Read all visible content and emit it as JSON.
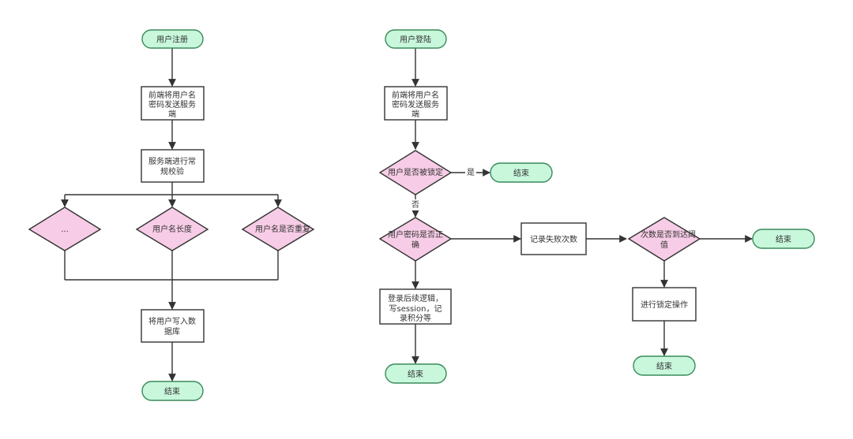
{
  "colors": {
    "terminal_fill": "#c8f7dc",
    "terminal_stroke": "#3a8a5a",
    "decision_fill": "#f7cce6",
    "decision_stroke": "#333333",
    "process_fill": "#ffffff",
    "process_stroke": "#333333",
    "line": "#333333"
  },
  "register": {
    "start": "用户注册",
    "send": [
      "前端将用户名",
      "密码发送服务",
      "端"
    ],
    "check": [
      "服务端进行常",
      "规校验"
    ],
    "check_other": "...",
    "check_length": "用户名长度",
    "check_duplicate": "用户名是否重复",
    "write_db": [
      "将用户写入数",
      "据库"
    ],
    "end": "结束"
  },
  "login": {
    "start": "用户登陆",
    "send": [
      "前端将用户名",
      "密码发送服务",
      "端"
    ],
    "locked_q": "用户是否被锁定",
    "yes_label": "是",
    "no_label": "否",
    "locked_end": "结束",
    "pwd_q": [
      "用户密码是否正",
      "确"
    ],
    "success": [
      "登录后续逻辑，",
      "写session，记",
      "录积分等"
    ],
    "success_end": "结束",
    "record_fail": "记录失败次数",
    "threshold_q": [
      "次数是否到达阈",
      "值"
    ],
    "threshold_end": "结束",
    "lock_action": "进行锁定操作",
    "lock_end": "结束"
  }
}
